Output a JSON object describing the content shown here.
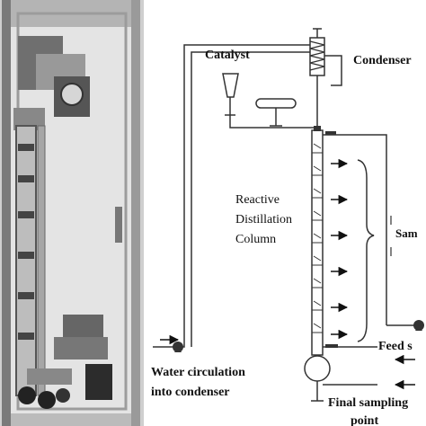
{
  "labels": {
    "catalyst": "Catalyst",
    "condenser": "Condenser",
    "column_line1": "Reactive",
    "column_line2": "Distillation",
    "column_line3": "Column",
    "sampling": "Sam",
    "feed": "Feed s",
    "water_line1": "Water circulation",
    "water_line2": "into condenser",
    "final_line1": "Final sampling",
    "final_line2": "point"
  },
  "colors": {
    "line": "#333333",
    "photo_background": "#d8d8d8",
    "frame": "#8a8a8a",
    "glass": "#bdbdbd"
  }
}
